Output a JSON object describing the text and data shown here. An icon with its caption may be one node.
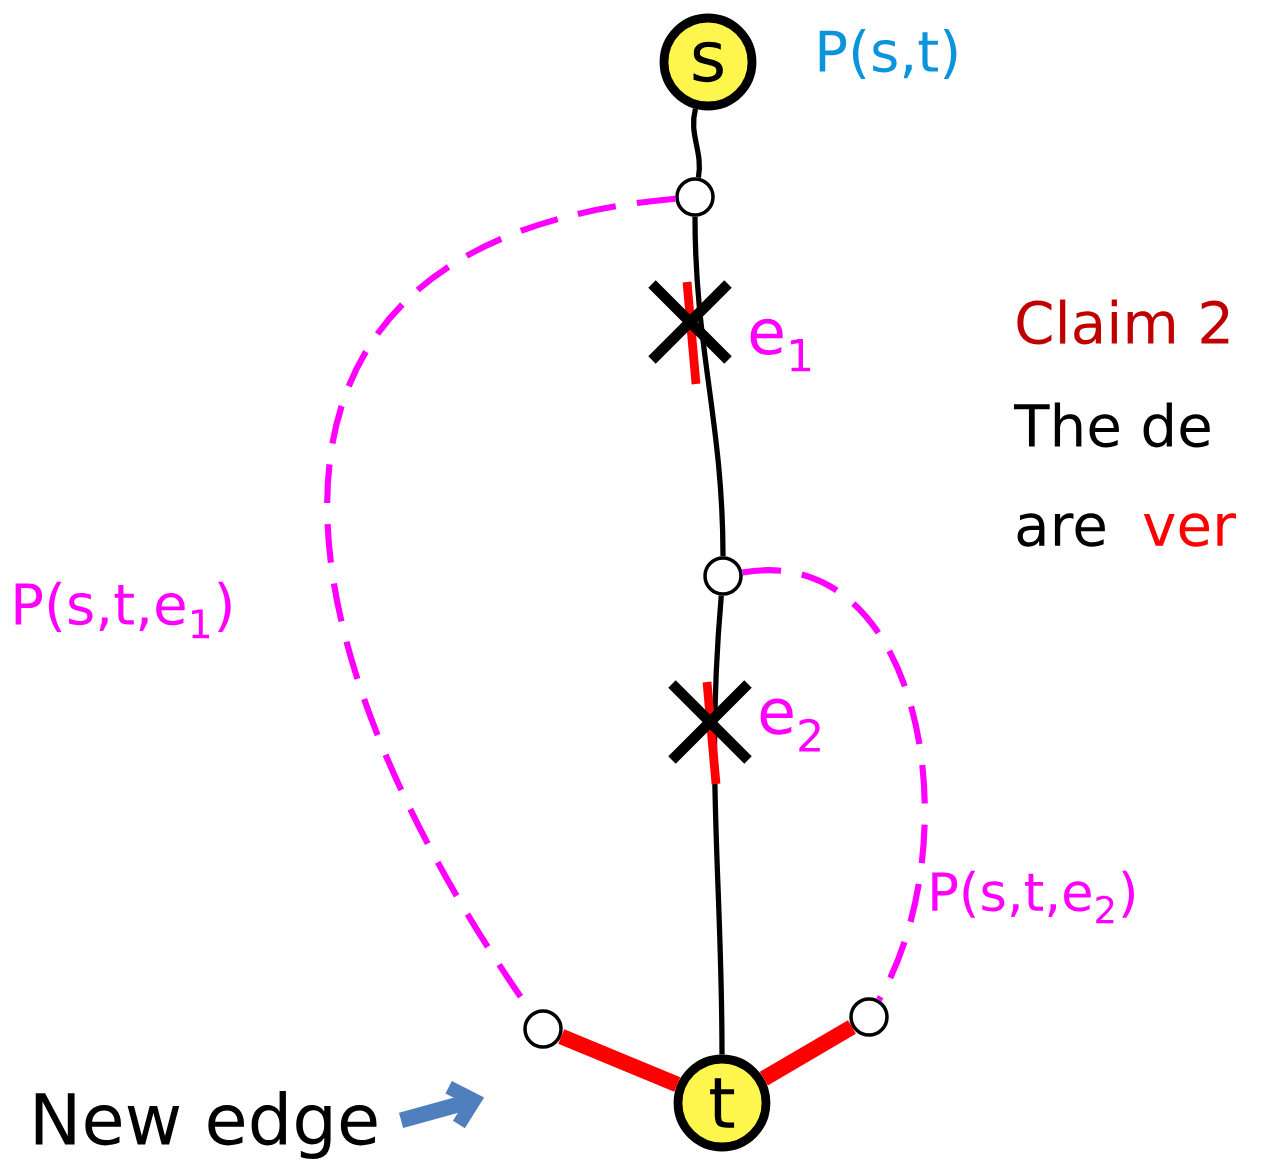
{
  "diagram": {
    "nodes": [
      {
        "text": [
          "s"
        ],
        "beside": [
          "P(s,t)"
        ]
      },
      {
        "text": [
          "t"
        ]
      },
      {
        "text": [],
        "shape": "circle"
      },
      {
        "text": [],
        "shape": "circle"
      },
      {
        "text": [],
        "shape": "circle"
      },
      {
        "text": [],
        "shape": "circle"
      },
      {
        "text": [
          "New edge"
        ]
      }
    ],
    "edges": [
      {
        "from": 0,
        "to": 2,
        "arrow": "none"
      },
      {
        "from": 2,
        "to": 3,
        "arrow": "none"
      },
      {
        "from": 3,
        "to": 1,
        "arrow": "none"
      },
      {
        "from": 2,
        "to": 4,
        "arrow": "none",
        "style": "dashed",
        "color": "#ff00ff"
      },
      {
        "from": 3,
        "to": 5,
        "arrow": "none",
        "style": "dashed",
        "color": "#ff00ff"
      },
      {
        "from": 4,
        "to": 1,
        "arrow": "none",
        "style": "thick",
        "color": "#ff0000"
      },
      {
        "from": 5,
        "to": 1,
        "arrow": "none",
        "style": "thick",
        "color": "#ff0000"
      },
      {
        "from": 6,
        "to": null,
        "arrow": "to",
        "style": "thick",
        "color": "#4f7fbd"
      }
    ],
    "labels": [
      "Claim 2",
      "e$_{1}$",
      "The de",
      "are",
      "ver",
      "P(s,t,e$_{1}$)",
      "e$_{2}$",
      "P(s,t,e$_{2}$)"
    ]
  }
}
